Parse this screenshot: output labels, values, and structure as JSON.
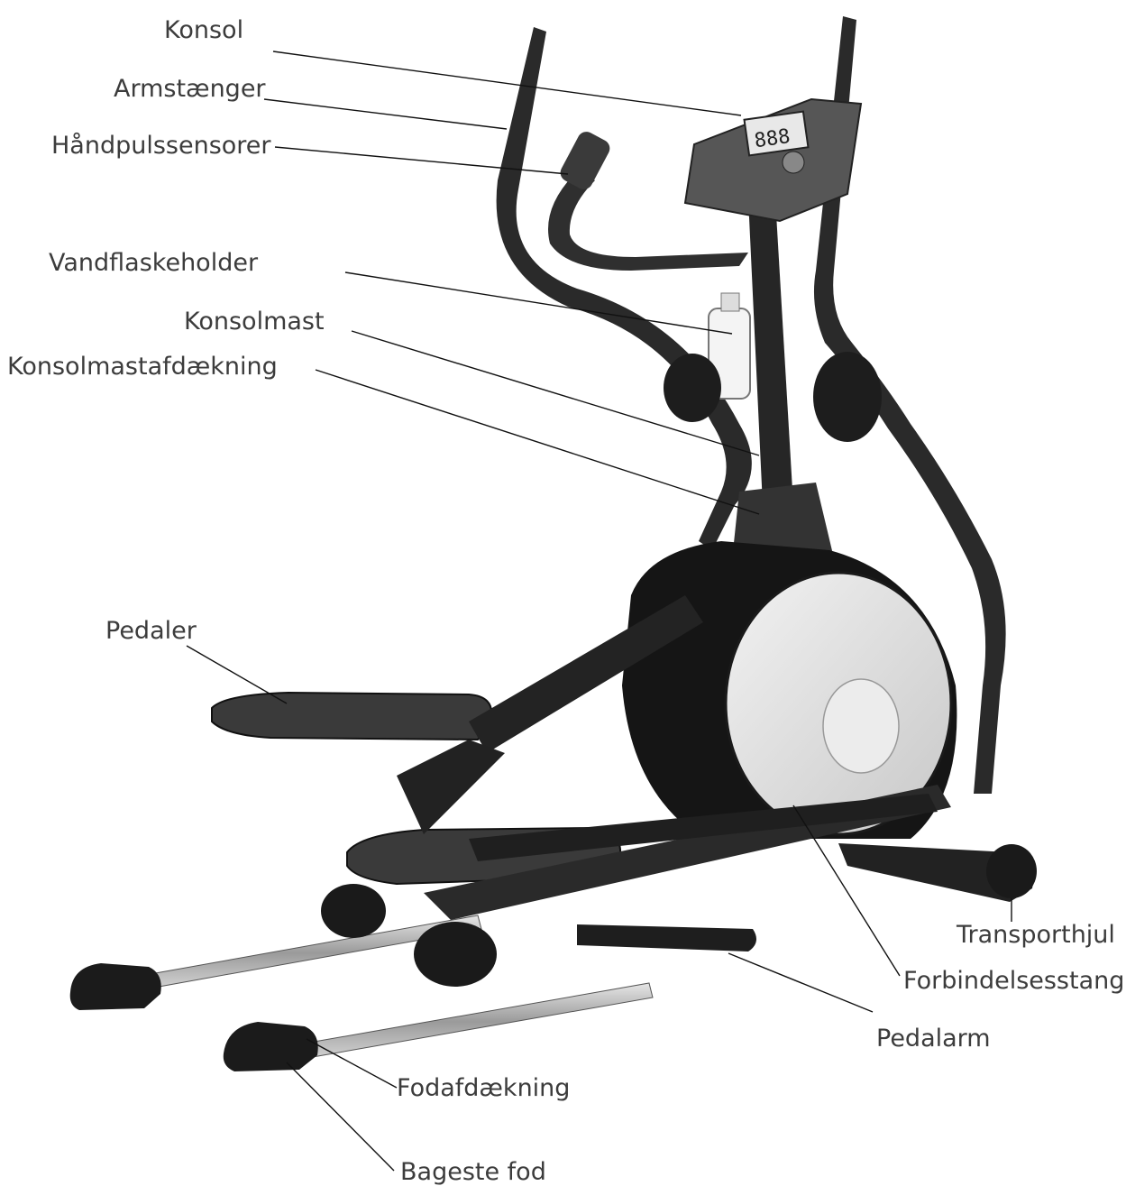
{
  "figure": {
    "labels": {
      "konsol": "Konsol",
      "armstaenger": "Armstænger",
      "haandpulssensorer": "Håndpulssensorer",
      "vandflaskeholder": "Vandflaskeholder",
      "konsolmast": "Konsolmast",
      "konsolmastafdaekning": "Konsolmastafdækning",
      "pedaler": "Pedaler",
      "transporthjul": "Transporthjul",
      "forbindelsesstang": "Forbindelsesstang",
      "pedalarm": "Pedalarm",
      "fodafdaekning": "Fodafdækning",
      "bageste_fod": "Bageste fod"
    }
  },
  "colors": {
    "frame": "#2b2b2b",
    "frame_dark": "#141414",
    "flywheel_silver": "#dedede",
    "console": "#555555",
    "rail": "#b8b8b8",
    "label": "#3c3c3c"
  }
}
